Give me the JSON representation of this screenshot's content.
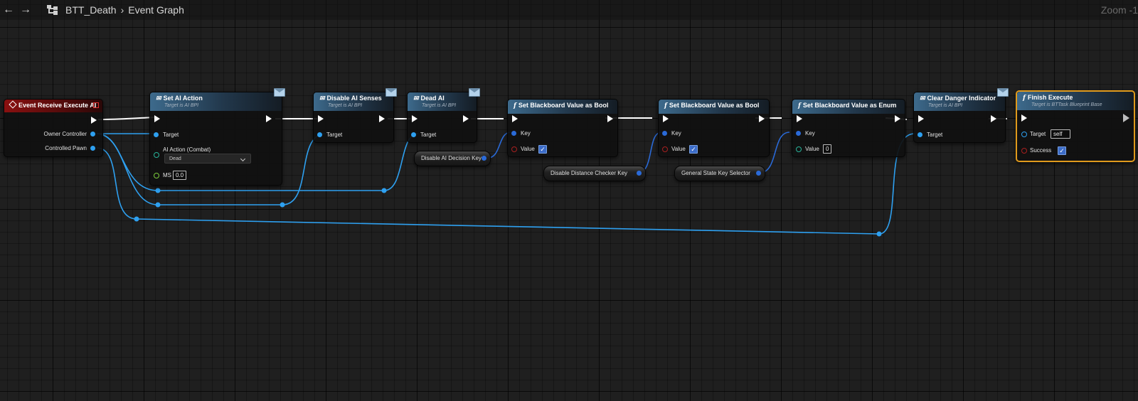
{
  "toolbar": {
    "breadcrumb_asset": "BTT_Death",
    "breadcrumb_graph": "Event Graph",
    "zoom": "Zoom -1"
  },
  "nodes": {
    "event": {
      "title": "Event Receive Execute AI",
      "pins": [
        "Owner Controller",
        "Controlled Pawn"
      ]
    },
    "set_ai_action": {
      "title": "Set AI Action",
      "subtitle": "Target is AI BPI",
      "target": "Target",
      "param_label": "AI Action (Combat)",
      "param_value": "Dead",
      "ms_label": "MS",
      "ms_value": "0.0"
    },
    "disable_senses": {
      "title": "Disable AI Senses",
      "subtitle": "Target is AI BPI",
      "target": "Target"
    },
    "dead_ai": {
      "title": "Dead AI",
      "subtitle": "Target is AI BPI",
      "target": "Target"
    },
    "set_bb_bool_1": {
      "title": "Set Blackboard Value as Bool",
      "key": "Key",
      "value": "Value"
    },
    "set_bb_bool_2": {
      "title": "Set Blackboard Value as Bool",
      "key": "Key",
      "value": "Value"
    },
    "set_bb_enum": {
      "title": "Set Blackboard Value as Enum",
      "key": "Key",
      "value": "Value",
      "value_input": "0"
    },
    "clear_danger": {
      "title": "Clear Danger Indicator",
      "subtitle": "Target is AI BPI",
      "target": "Target"
    },
    "finish_execute": {
      "title": "Finish Execute",
      "subtitle": "Target is BTTask Blueprint Base",
      "target": "Target",
      "target_value": "self",
      "success": "Success"
    }
  },
  "variables": {
    "decision_key": "Disable AI Decision Key",
    "distance_key": "Disable Distance Checker Key",
    "state_key": "General State Key Selector"
  },
  "colors": {
    "exec_wire": "#ffffff",
    "object_wire": "#2ea0f0",
    "struct_wire": "#2a6ad8",
    "event_header": "#8a1010",
    "function_header": "#3d6a8c",
    "selection": "#e09a1c"
  }
}
